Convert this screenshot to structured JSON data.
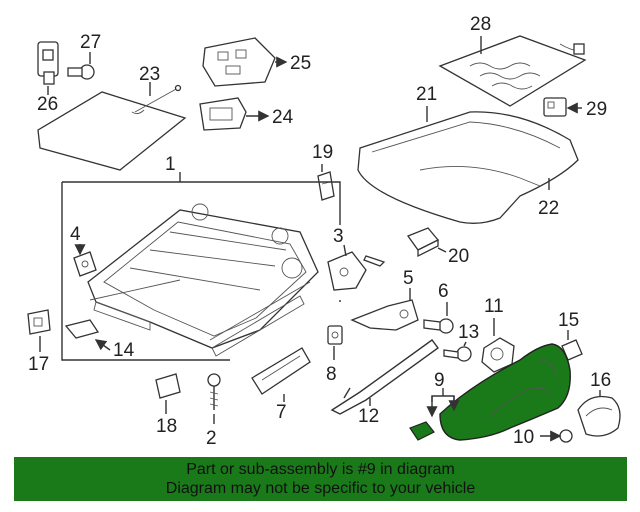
{
  "callouts": [
    "1",
    "2",
    "3",
    "4",
    "5",
    "6",
    "7",
    "8",
    "9",
    "10",
    "11",
    "12",
    "13",
    "14",
    "15",
    "16",
    "17",
    "18",
    "19",
    "20",
    "21",
    "22",
    "23",
    "24",
    "25",
    "26",
    "27",
    "28",
    "29"
  ],
  "highlight_color": "#1a7a1a",
  "banner": {
    "line1": "Part or sub-assembly is #9 in diagram",
    "line2": "Diagram may not be specific to your vehicle"
  }
}
